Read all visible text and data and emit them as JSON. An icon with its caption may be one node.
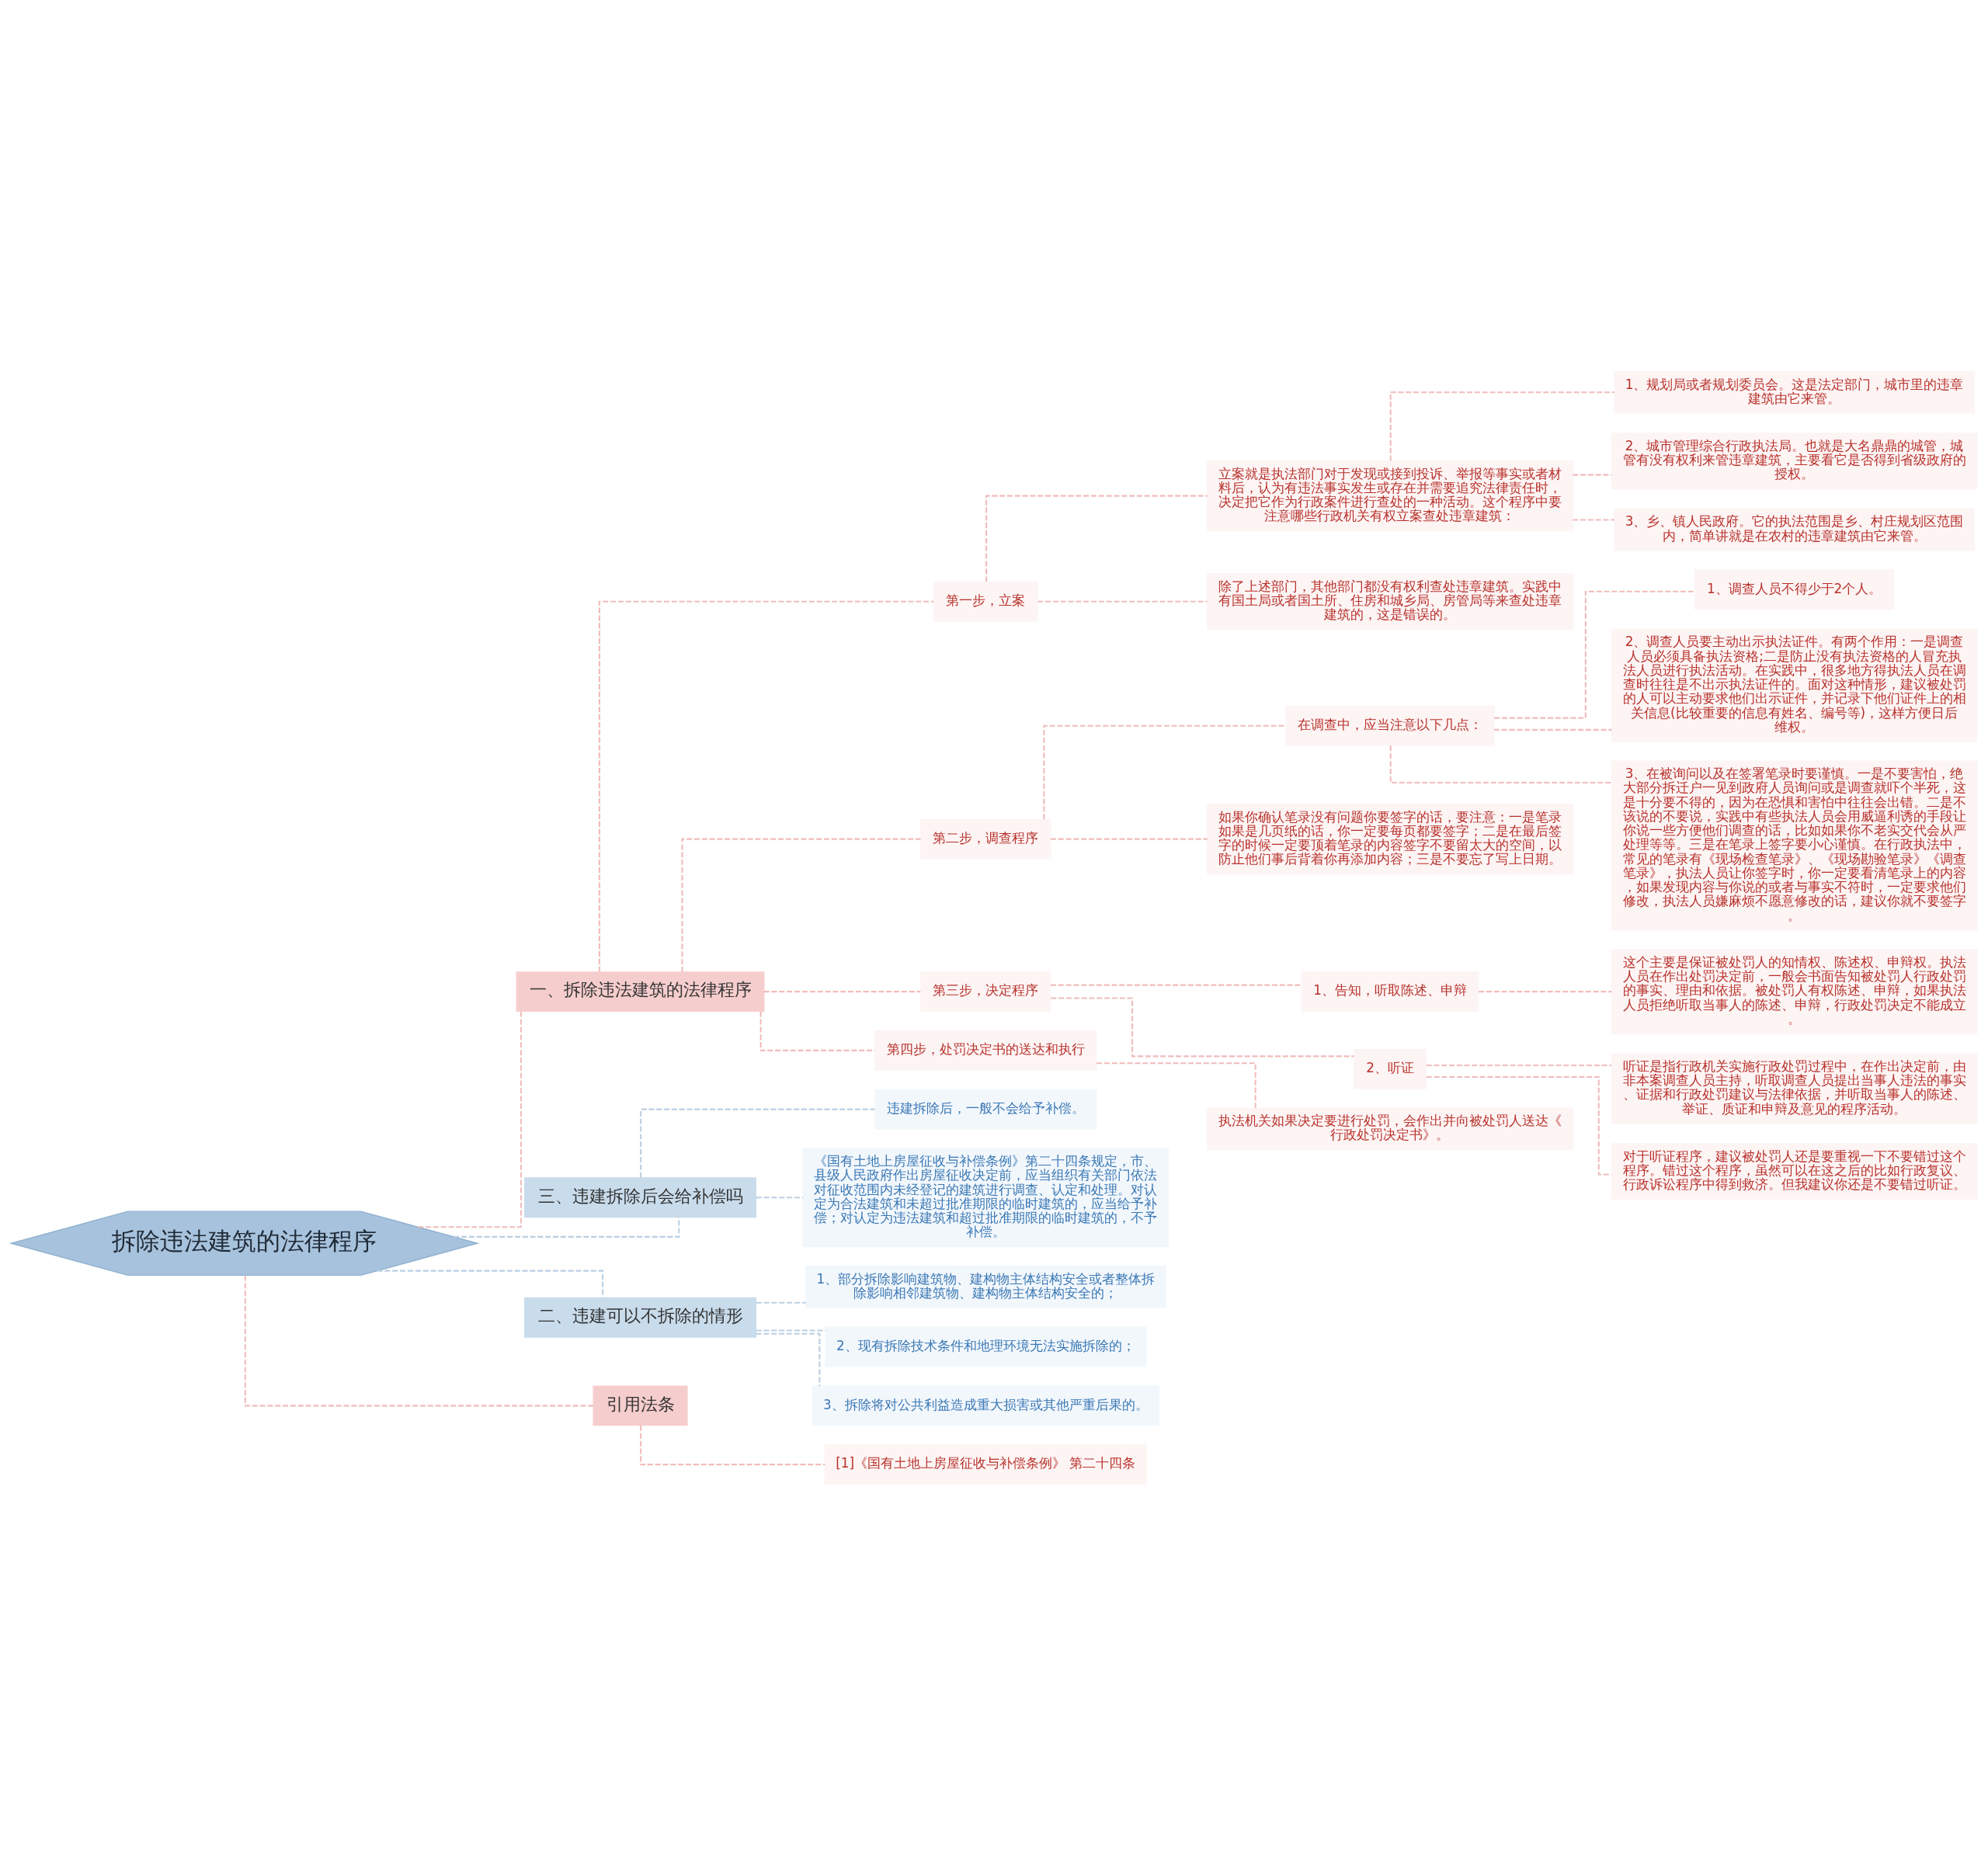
{
  "diagram": {
    "nodes": [
      {
        "text": [
          "拆除违法建筑的法律程序"
        ]
      },
      {
        "text": [
          "一、拆除违法建筑的法律程序"
        ]
      },
      {
        "text": [
          "第一步，立案"
        ]
      },
      {
        "text": [
          "立案就是执法部门对于发现或接到投诉、举报等事实或者材料后，认为有违法事实发生或存在并需要追究法律责任时，决定把它作为行政案件进行查处的一种活动。这个程序中要注意哪些行政机关有权立案查处违章建筑："
        ]
      },
      {
        "text": [
          "1、规划局或者规划委员会。这是法定部门，城市里的违章建筑由它来管。"
        ]
      },
      {
        "text": [
          "2、城市管理综合行政执法局。也就是大名鼎鼎的城管，城管有没有权利来管违章建筑，主要看它是否得到省级政府的授权。"
        ]
      },
      {
        "text": [
          "3、乡、镇人民政府。它的执法范围是乡、村庄规划区范围内，简单讲就是在农村的违章建筑由它来管。"
        ]
      },
      {
        "text": [
          "除了上述部门，其他部门都没有权利查处违章建筑。实践中有国土局或者国土所、住房和城乡局、房管局等来查处违章建筑的，这是错误的。"
        ]
      },
      {
        "text": [
          "第二步，调查程序"
        ]
      },
      {
        "text": [
          "在调查中，应当注意以下几点："
        ]
      },
      {
        "text": [
          "1、调查人员不得少于2个人。"
        ]
      },
      {
        "text": [
          "2、调查人员要主动出示执法证件。有两个作用：一是调查人员必须具备执法资格;二是防止没有执法资格的人冒充执法人员进行执法活动。在实践中，很多地方得执法人员在调查时往往是不出示执法证件的。面对这种情形，建议被处罚的人可以主动要求他们出示证件，并记录下他们证件上的相关信息(比较重要的信息有姓名、编号等)，这样方便日后维权。"
        ]
      },
      {
        "text": [
          "3、在被询问以及在签署笔录时要谨慎。一是不要害怕，绝大部分拆迁户一见到政府人员询问或是调查就吓个半死，这是十分要不得的，因为在恐惧和害怕中往往会出错。二是不该说的不要说，实践中有些执法人员会用威逼利诱的手段让你说一些方便他们调查的话，比如如果你不老实交代会从严处理等等。三是在笔录上签字要小心谨慎。在行政执法中，常见的笔录有《现场检查笔录》、《现场勘验笔录》《调查笔录》，执法人员让你签字时，你一定要看清笔录上的内容，如果发现内容与你说的或者与事实不符时，一定要求他们修改，执法人员嫌麻烦不愿意修改的话，建议你就不要签字。"
        ]
      },
      {
        "text": [
          "如果你确认笔录没有问题你要签字的话，要注意：一是笔录如果是几页纸的话，你一定要每页都要签字；二是在最后签字的时候一定要顶着笔录的内容签字不要留太大的空间，以防止他们事后背着你再添加内容；三是不要忘了写上日期。"
        ]
      },
      {
        "text": [
          "第三步，决定程序"
        ]
      },
      {
        "text": [
          "1、告知，听取陈述、申辩"
        ]
      },
      {
        "text": [
          "这个主要是保证被处罚人的知情权、陈述权、申辩权。执法人员在作出处罚决定前，一般会书面告知被处罚人行政处罚的事实、理由和依据。被处罚人有权陈述、申辩，如果执法人员拒绝听取当事人的陈述、申辩，行政处罚决定不能成立。"
        ]
      },
      {
        "text": [
          "2、听证"
        ]
      },
      {
        "text": [
          "听证是指行政机关实施行政处罚过程中，在作出决定前，由非本案调查人员主持，听取调查人员提出当事人违法的事实、证据和行政处罚建议与法律依据，并听取当事人的陈述、举证、质证和申辩及意见的程序活动。"
        ]
      },
      {
        "text": [
          "对于听证程序，建议被处罚人还是要重视一下不要错过这个程序。错过这个程序，虽然可以在这之后的比如行政复议、行政诉讼程序中得到救济。但我建议你还是不要错过听证。"
        ]
      },
      {
        "text": [
          "第四步，处罚决定书的送达和执行"
        ]
      },
      {
        "text": [
          "执法机关如果决定要进行处罚，会作出并向被处罚人送达《行政处罚决定书》。"
        ]
      },
      {
        "text": [
          "三、违建拆除后会给补偿吗"
        ]
      },
      {
        "text": [
          "违建拆除后，一般不会给予补偿。"
        ]
      },
      {
        "text": [
          "《国有土地上房屋征收与补偿条例》第二十四条规定，市、县级人民政府作出房屋征收决定前，应当组织有关部门依法对征收范围内未经登记的建筑进行调查、认定和处理。对认定为合法建筑和未超过批准期限的临时建筑的，应当给予补偿；对认定为违法建筑和超过批准期限的临时建筑的，不予补偿。"
        ]
      },
      {
        "text": [
          "二、违建可以不拆除的情形"
        ]
      },
      {
        "text": [
          "1、部分拆除影响建筑物、建构物主体结构安全或者整体拆除影响相邻建筑物、建构物主体结构安全的；"
        ]
      },
      {
        "text": [
          "2、现有拆除技术条件和地理环境无法实施拆除的；"
        ]
      },
      {
        "text": [
          "3、拆除将对公共利益造成重大损害或其他严重后果的。"
        ]
      },
      {
        "text": [
          "引用法条"
        ]
      },
      {
        "text": [
          "[1]《国有土地上房屋征收与补偿条例》 第二十四条"
        ]
      }
    ],
    "edges": [
      {
        "from": 0,
        "to": 1,
        "arrow": "none",
        "style": "dashed"
      },
      {
        "from": 1,
        "to": 2,
        "arrow": "none",
        "style": "dashed"
      },
      {
        "from": 2,
        "to": 3,
        "arrow": "none",
        "style": "dashed"
      },
      {
        "from": 3,
        "to": 4,
        "arrow": "none",
        "style": "dashed"
      },
      {
        "from": 3,
        "to": 5,
        "arrow": "none",
        "style": "dashed"
      },
      {
        "from": 3,
        "to": 6,
        "arrow": "none",
        "style": "dashed"
      },
      {
        "from": 2,
        "to": 7,
        "arrow": "none",
        "style": "dashed"
      },
      {
        "from": 1,
        "to": 8,
        "arrow": "none",
        "style": "dashed"
      },
      {
        "from": 8,
        "to": 9,
        "arrow": "none",
        "style": "dashed"
      },
      {
        "from": 9,
        "to": 10,
        "arrow": "none",
        "style": "dashed"
      },
      {
        "from": 9,
        "to": 11,
        "arrow": "none",
        "style": "dashed"
      },
      {
        "from": 9,
        "to": 12,
        "arrow": "none",
        "style": "dashed"
      },
      {
        "from": 8,
        "to": 13,
        "arrow": "none",
        "style": "dashed"
      },
      {
        "from": 1,
        "to": 14,
        "arrow": "none",
        "style": "dashed"
      },
      {
        "from": 14,
        "to": 15,
        "arrow": "none",
        "style": "dashed"
      },
      {
        "from": 15,
        "to": 16,
        "arrow": "none",
        "style": "dashed"
      },
      {
        "from": 14,
        "to": 17,
        "arrow": "none",
        "style": "dashed"
      },
      {
        "from": 17,
        "to": 18,
        "arrow": "none",
        "style": "dashed"
      },
      {
        "from": 17,
        "to": 19,
        "arrow": "none",
        "style": "dashed"
      },
      {
        "from": 1,
        "to": 20,
        "arrow": "none",
        "style": "dashed"
      },
      {
        "from": 20,
        "to": 21,
        "arrow": "none",
        "style": "dashed"
      },
      {
        "from": 0,
        "to": 22,
        "arrow": "none",
        "style": "dashed",
        "color": "#b9cfe2"
      },
      {
        "from": 22,
        "to": 23,
        "arrow": "none",
        "style": "dashed",
        "color": "#b9cfe2"
      },
      {
        "from": 22,
        "to": 24,
        "arrow": "none",
        "style": "dashed",
        "color": "#b9cfe2"
      },
      {
        "from": 0,
        "to": 25,
        "arrow": "none",
        "style": "dashed",
        "color": "#b9cfe2"
      },
      {
        "from": 25,
        "to": 26,
        "arrow": "none",
        "style": "dashed",
        "color": "#b9cfe2"
      },
      {
        "from": 25,
        "to": 27,
        "arrow": "none",
        "style": "dashed",
        "color": "#b9cfe2"
      },
      {
        "from": 25,
        "to": 28,
        "arrow": "none",
        "style": "dashed",
        "color": "#b9cfe2"
      },
      {
        "from": 0,
        "to": 29,
        "arrow": "none",
        "style": "dashed"
      },
      {
        "from": 29,
        "to": 30,
        "arrow": "none",
        "style": "dashed"
      }
    ]
  }
}
